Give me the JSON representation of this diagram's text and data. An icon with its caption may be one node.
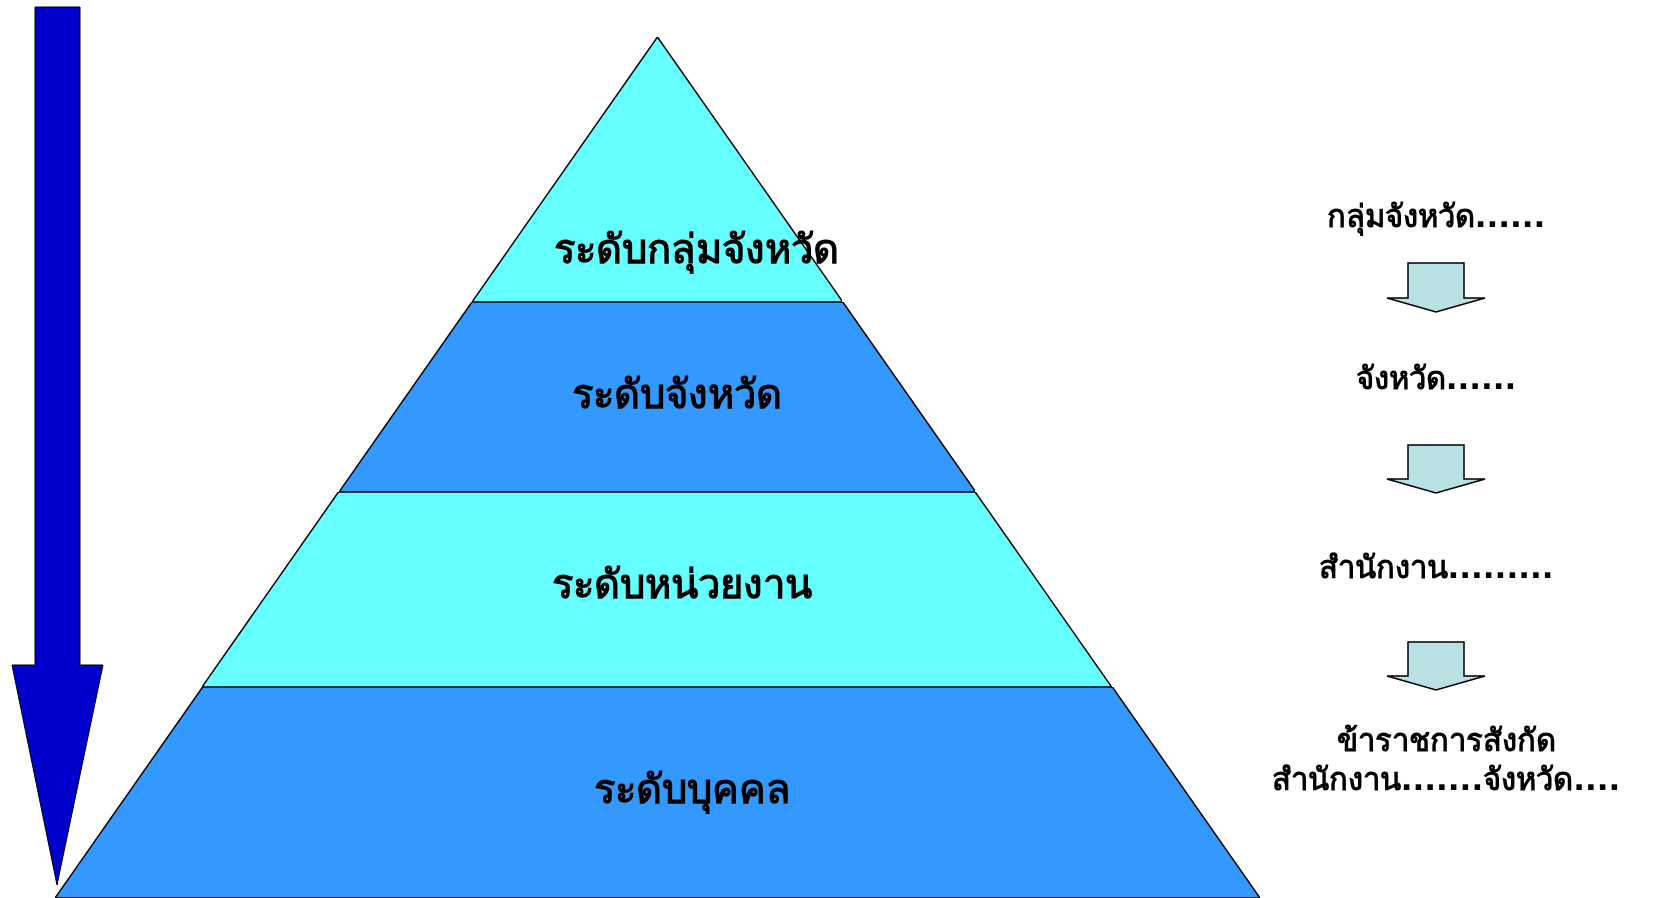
{
  "diagram": {
    "nodes": [
      {
        "text": [
          "ระดับกลุ่มจังหวัด"
        ]
      },
      {
        "text": [
          "ระดับจังหวัด"
        ]
      },
      {
        "text": [
          "ระดับหน่วยงาน"
        ]
      },
      {
        "text": [
          "ระดับบุคคล"
        ]
      },
      {
        "text": [
          "กลุ่มจังหวัด......"
        ]
      },
      {
        "text": [
          "จังหวัด......"
        ]
      },
      {
        "text": [
          "สำนักงาน........."
        ]
      },
      {
        "text": [
          "ข้าราชการสังกัดสำนักงาน.......จังหวัด...."
        ]
      }
    ],
    "edges": [
      {
        "from": 4,
        "to": 5,
        "arrow": "to"
      },
      {
        "from": 5,
        "to": 6,
        "arrow": "to"
      },
      {
        "from": 6,
        "to": 7,
        "arrow": "to"
      }
    ]
  }
}
